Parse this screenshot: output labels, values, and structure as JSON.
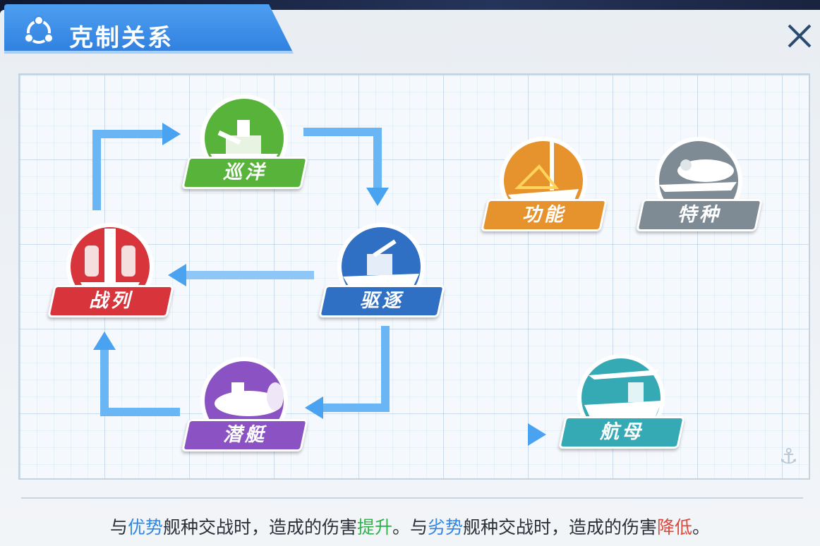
{
  "header": {
    "title": "克制关系"
  },
  "ships": {
    "cruiser": {
      "label": "巡洋",
      "color": "#58b33a"
    },
    "destroyer": {
      "label": "驱逐",
      "color": "#2f6fc4"
    },
    "battleship": {
      "label": "战列",
      "color": "#d8343b"
    },
    "submarine": {
      "label": "潜艇",
      "color": "#8a52c2"
    },
    "utility": {
      "label": "功能",
      "color": "#e6932d"
    },
    "special": {
      "label": "特种",
      "color": "#7f8b94"
    },
    "carrier": {
      "label": "航母",
      "color": "#35a9b4"
    }
  },
  "footer": {
    "p1": "与",
    "adv": "优势",
    "p2": "舰种交战时，造成的伤害",
    "up": "提升",
    "p3": "。与",
    "dis": "劣势",
    "p4": "舰种交战时，造成的伤害",
    "down": "降低",
    "p5": "。"
  },
  "icons": {
    "title": "share-cycle-icon",
    "close": "close-icon",
    "corner": "anchor-icon"
  }
}
